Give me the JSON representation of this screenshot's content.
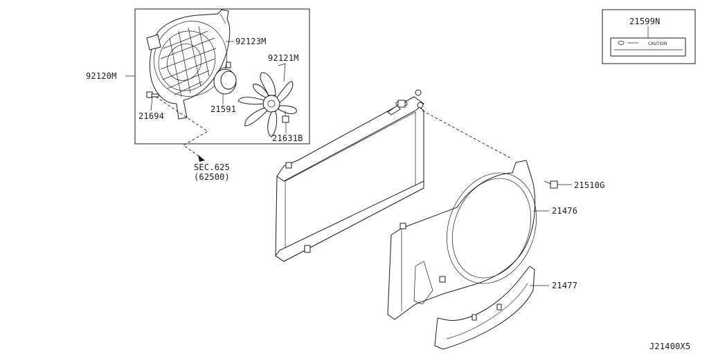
{
  "labels": {
    "fan_assembly": "92120M",
    "fan_shroud_motor": "92123M",
    "fan_blade": "92121M",
    "motor": "21591",
    "bolt_left": "21694",
    "nut": "21631B",
    "section_ref": "SEC.625",
    "section_sub": "(62500)",
    "caution_label": "21599N",
    "caution_text": "CAUTION",
    "clip": "21510G",
    "shroud_upper": "21476",
    "shroud_lower": "21477",
    "diagram_id": "J21400X5"
  }
}
